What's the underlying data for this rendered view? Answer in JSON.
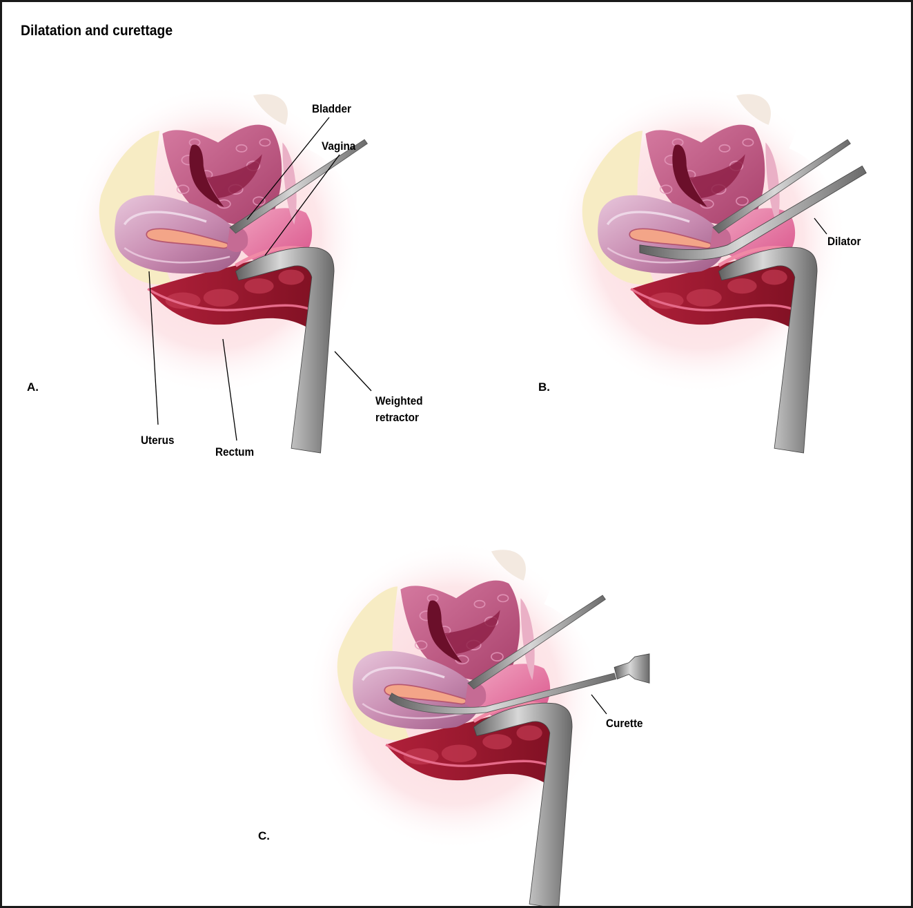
{
  "title": "Dilatation and curettage",
  "panels": [
    {
      "letter": "A."
    },
    {
      "letter": "B."
    },
    {
      "letter": "C."
    }
  ],
  "labels": {
    "bladder": "Bladder",
    "vagina": "Vagina",
    "uterus": "Uterus",
    "rectum": "Rectum",
    "retractor_line1": "Weighted",
    "retractor_line2": "retractor",
    "dilator": "Dilator",
    "curette": "Curette"
  },
  "colors": {
    "halo": "#fbe0e3",
    "fat": "#f7ecc4",
    "bladder": "#c25b86",
    "uterus": "#c98fb5",
    "endometrium": "#f0a58a",
    "rectum": "#9e1a2c",
    "vagina": "#e3709a",
    "instrument": "#8a8a8a"
  }
}
